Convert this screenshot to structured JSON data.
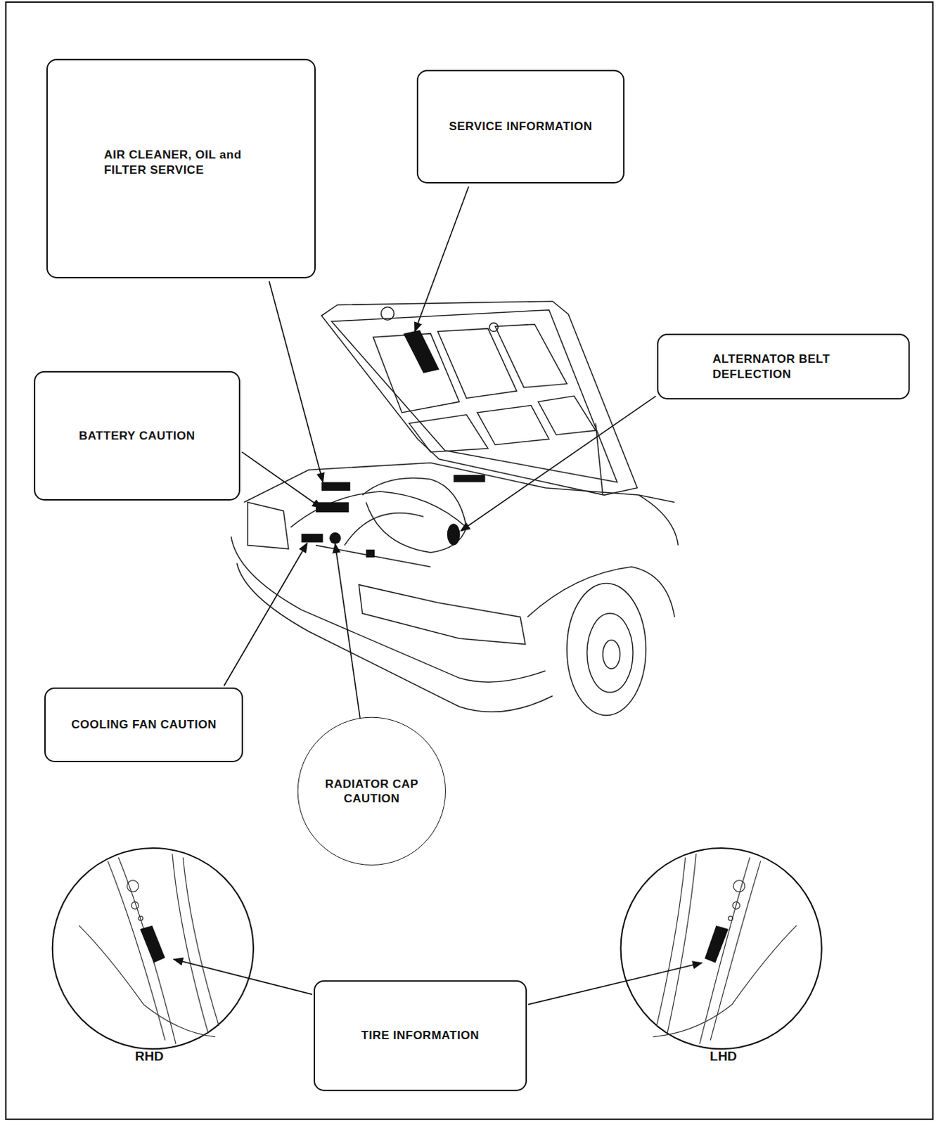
{
  "diagram": {
    "nodes": [
      {
        "text": [
          "AIR CLEANER, OIL and FILTER SERVICE"
        ]
      },
      {
        "text": [
          "SERVICE INFORMATION"
        ]
      },
      {
        "text": [
          "BATTERY CAUTION"
        ]
      },
      {
        "text": [
          "ALTERNATOR BELT DEFLECTION"
        ]
      },
      {
        "text": [
          "COOLING FAN CAUTION"
        ]
      },
      {
        "text": [
          "RADIATOR CAP CAUTION"
        ]
      },
      {
        "text": [
          "TIRE INFORMATION"
        ]
      }
    ],
    "edges": [],
    "labels": [
      "RHD",
      "LHD"
    ]
  }
}
